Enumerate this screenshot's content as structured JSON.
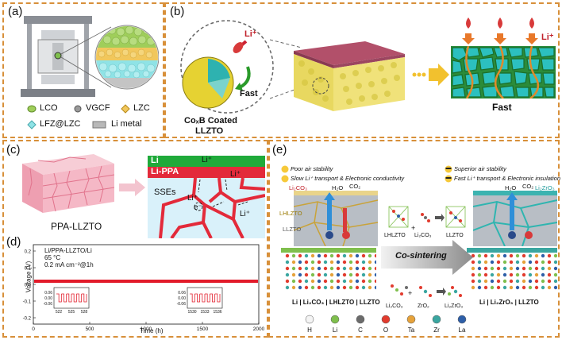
{
  "panel_a": {
    "label": "(a)",
    "legend": [
      {
        "text": "LCO",
        "color": "#9fce5a"
      },
      {
        "text": "VGCF",
        "color": "#9a9a9a"
      },
      {
        "text": "LZC",
        "color": "#f1c75c"
      },
      {
        "text": "LFZ@LZC",
        "color": "#8fe3e6"
      },
      {
        "text": "Li metal",
        "color": "#b8b8b8"
      }
    ]
  },
  "panel_b": {
    "label": "(b)",
    "li_ion": "Li⁺",
    "fast_inset": "Fast",
    "particle_caption_1": "CoₓB Coated",
    "particle_caption_2": "LLZTO",
    "fast_bottom": "Fast",
    "li_ion_right": "Li⁺"
  },
  "panel_c": {
    "label": "(c)",
    "cube_caption": "PPA-LLZTO",
    "layer_li": "Li",
    "layer_lippa": "Li-PPA",
    "layer_sses": "SSEs",
    "li_marks": [
      "Li⁺",
      "Li⁺",
      "Li⁺",
      "Li⁺"
    ],
    "electron": "e⁻"
  },
  "panel_d": {
    "label": "(d)",
    "info": [
      "Li/PPA-LLZTO/Li",
      "65 °C",
      "0.2 mA cm⁻²@1h"
    ],
    "ylabel": "Voltage (V)",
    "xlabel": "Time (h)",
    "xticks": [
      "0",
      "500",
      "1000",
      "1500",
      "2000"
    ],
    "yticks": [
      "0.2",
      "0.1",
      "0.0",
      "-0.1",
      "-0.2"
    ],
    "inset1": {
      "yticks": [
        "0.06",
        "0.00",
        "-0.06"
      ],
      "xticks": [
        "522",
        "525",
        "528"
      ]
    },
    "inset2": {
      "yticks": [
        "0.06",
        "0.00",
        "-0.06"
      ],
      "xticks": [
        "1530",
        "1533",
        "1536"
      ]
    }
  },
  "panel_e": {
    "label": "(e)",
    "left_notes": [
      "Poor air stability",
      "Slow Li⁺ transport & Electronic conductivity"
    ],
    "right_notes": [
      "Superior air stability",
      "Fast Li⁺ transport & Electronic insulation"
    ],
    "left_layers": [
      "Li₂CO₃",
      "LHLZTO",
      "LLZTO"
    ],
    "gases_left": [
      "H₂O",
      "CO₂"
    ],
    "gases_right": [
      "H₂O",
      "CO₂"
    ],
    "right_layer": "Li₂ZrO₃",
    "eq1": [
      "LHLZTO",
      "+",
      "Li₂CO₃",
      "LLZTO"
    ],
    "eq2": [
      "Li₂CO₃",
      "+",
      "ZrO₂",
      "Li₂ZrO₃"
    ],
    "arrow_text": "Co-sintering",
    "bottom_left": "Li | Li₂CO₃ | LHLZTO | LLZTO",
    "bottom_right": "Li | Li₂ZrO₃ | LLZTO",
    "elements": [
      {
        "sym": "H",
        "color": "#f4f4f4"
      },
      {
        "sym": "Li",
        "color": "#7fbf4d"
      },
      {
        "sym": "C",
        "color": "#6b6b6b"
      },
      {
        "sym": "O",
        "color": "#e23b2e"
      },
      {
        "sym": "Ta",
        "color": "#e6a23a"
      },
      {
        "sym": "Zr",
        "color": "#3aa6a0"
      },
      {
        "sym": "La",
        "color": "#2e5fa8"
      }
    ]
  }
}
